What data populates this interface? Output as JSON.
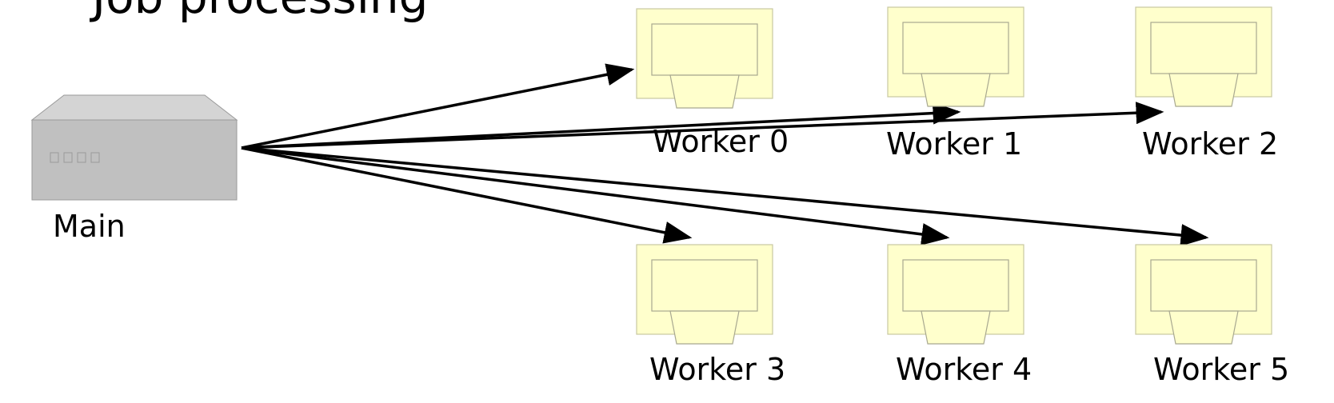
{
  "slide": {
    "title": "Job processing"
  },
  "main_node": {
    "label": "Main"
  },
  "workers": [
    {
      "label": "Worker 0"
    },
    {
      "label": "Worker 1"
    },
    {
      "label": "Worker 2"
    },
    {
      "label": "Worker 3"
    },
    {
      "label": "Worker 4"
    },
    {
      "label": "Worker 5"
    }
  ],
  "colors": {
    "server_body": "#c0c0c0",
    "server_top": "#d4d4d4",
    "terminal_fill": "#ffffcc",
    "terminal_stroke": "#c8c8a0",
    "arrow": "#000000"
  }
}
